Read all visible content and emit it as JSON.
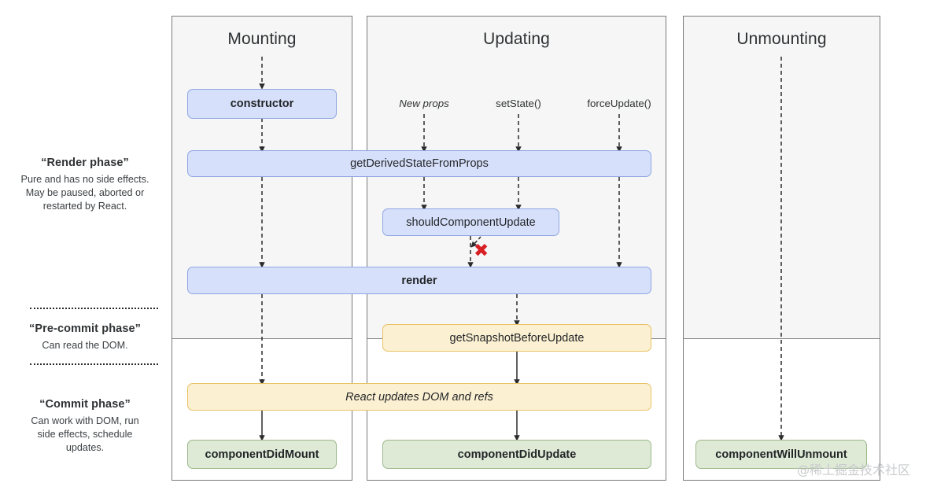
{
  "diagram": {
    "title": "React component lifecycle",
    "watermark": "@稀土掘金技术社区",
    "colors": {
      "render_phase_bg": "#f6f6f6",
      "blue_fill": "#d7e0fb",
      "blue_border": "#8fa6e3",
      "yellow_fill": "#fcf0d2",
      "yellow_border": "#e8c265",
      "green_fill": "#dee9d6",
      "green_border": "#9cb98a",
      "x_mark": "#d81f24"
    }
  },
  "columns": [
    {
      "id": "mounting",
      "title": "Mounting"
    },
    {
      "id": "updating",
      "title": "Updating"
    },
    {
      "id": "unmounting",
      "title": "Unmounting"
    }
  ],
  "phases": [
    {
      "id": "render",
      "title": "“Render phase”",
      "desc": "Pure and has no side effects. May be paused, aborted or restarted by React."
    },
    {
      "id": "pre-commit",
      "title": "“Pre-commit phase”",
      "desc": "Can read the DOM."
    },
    {
      "id": "commit",
      "title": "“Commit phase”",
      "desc": "Can work with DOM, run side effects, schedule updates."
    }
  ],
  "triggers": [
    {
      "id": "new-props",
      "label": "New props",
      "style": "italic"
    },
    {
      "id": "set-state",
      "label": "setState()",
      "style": "normal"
    },
    {
      "id": "force-update",
      "label": "forceUpdate()",
      "style": "normal"
    }
  ],
  "nodes": [
    {
      "id": "constructor",
      "label": "constructor",
      "color": "blue",
      "weight": "bold",
      "style": "normal"
    },
    {
      "id": "get-derived-state",
      "label": "getDerivedStateFromProps",
      "color": "blue",
      "weight": "normal",
      "style": "normal"
    },
    {
      "id": "should-component-update",
      "label": "shouldComponentUpdate",
      "color": "blue",
      "weight": "normal",
      "style": "normal"
    },
    {
      "id": "render",
      "label": "render",
      "color": "blue",
      "weight": "bold",
      "style": "normal"
    },
    {
      "id": "get-snapshot",
      "label": "getSnapshotBeforeUpdate",
      "color": "yellow",
      "weight": "normal",
      "style": "normal"
    },
    {
      "id": "react-updates-dom",
      "label": "React updates DOM and refs",
      "color": "yellow",
      "weight": "normal",
      "style": "italic"
    },
    {
      "id": "component-did-mount",
      "label": "componentDidMount",
      "color": "green",
      "weight": "bold",
      "style": "normal"
    },
    {
      "id": "component-did-update",
      "label": "componentDidUpdate",
      "color": "green",
      "weight": "bold",
      "style": "normal"
    },
    {
      "id": "component-will-unmount",
      "label": "componentWillUnmount",
      "color": "green",
      "weight": "bold",
      "style": "normal"
    }
  ],
  "annotations": [
    {
      "id": "skip-render-x",
      "symbol": "✖",
      "meaning": "shouldComponentUpdate returned false — render is skipped"
    }
  ]
}
